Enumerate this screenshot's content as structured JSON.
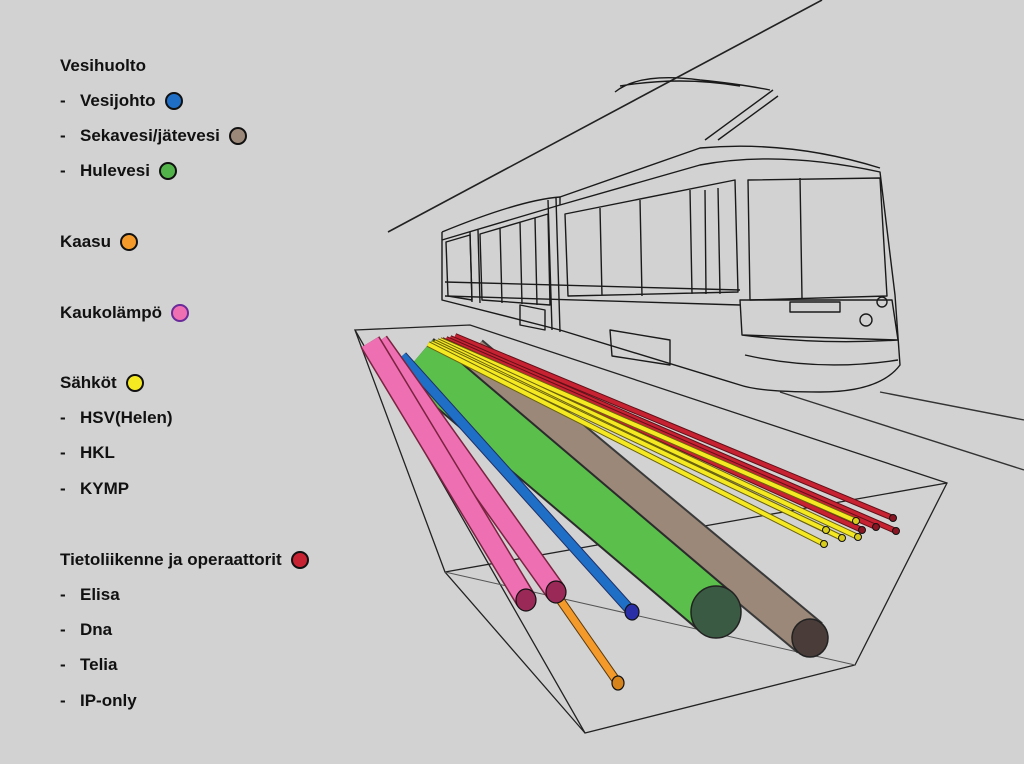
{
  "legend": {
    "water": {
      "heading": "Vesihuolto",
      "items": [
        {
          "label": "Vesijohto",
          "color": "#1f6fc6"
        },
        {
          "label": "Sekavesi/jätevesi",
          "color": "#9b8879"
        },
        {
          "label": "Hulevesi",
          "color": "#52b34a"
        }
      ]
    },
    "gas": {
      "label": "Kaasu",
      "color": "#f39a2b"
    },
    "heat": {
      "label": "Kaukolämpö",
      "color": "#ee6fb2"
    },
    "power": {
      "label": "Sähköt",
      "color": "#f5ea22",
      "items": [
        "HSV(Helen)",
        "HKL",
        "KYMP"
      ]
    },
    "telecom": {
      "label": "Tietoliikenne ja operaattorit",
      "color": "#c72232",
      "items": [
        "Elisa",
        "Dna",
        "Telia",
        "IP-only"
      ]
    },
    "dash": "-"
  }
}
